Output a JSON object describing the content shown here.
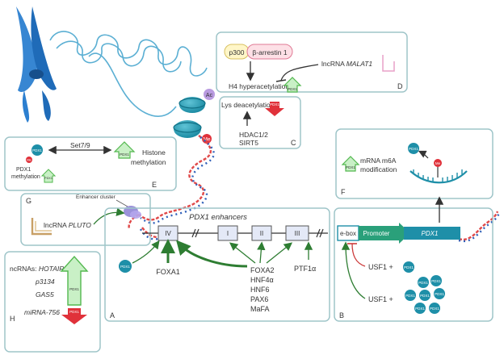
{
  "panel_letters": {
    "a": "A",
    "b": "B",
    "c": "C",
    "d": "D",
    "e": "E",
    "f": "F",
    "g": "G",
    "h": "H"
  },
  "panel_d": {
    "p300": "p300",
    "beta_arrestin": "β-arrestin 1",
    "lncrna_prefix": "lncRNA ",
    "lncrna_name": "MALAT1",
    "h4": "H4 hyperacetylation",
    "pdx1": "PDX1"
  },
  "panel_c": {
    "title": "Lys deacetylation",
    "pdx1": "PDX1",
    "hdac": "HDAC1/2",
    "sirt": "SIRT5"
  },
  "chromatin": {
    "ac": "Ac",
    "me": "Me"
  },
  "panel_e": {
    "pdx1": "PDX1",
    "set79": "Set7/9",
    "histone_line1": "Histone",
    "histone_line2": "methylation",
    "me": "Me",
    "pdx1_meth_line1": "PDX1",
    "pdx1_meth_line2": "methylation"
  },
  "panel_f": {
    "pdx1_badge": "PDX1",
    "line1": "mRNA m6A",
    "line2": "modification",
    "protein": "PDX1",
    "me": "Me"
  },
  "panel_g": {
    "enhancer_cluster": "Enhancer cluster",
    "lncrna_prefix": "lncRNA ",
    "lncrna_name": "PLUTO"
  },
  "panel_a": {
    "title": "PDX1 enhancers",
    "enhancers": [
      "IV",
      "I",
      "II",
      "III"
    ],
    "foxa1": "FOXA1",
    "factors": [
      "FOXA2",
      "HNF4α",
      "HNF6",
      "PAX6",
      "MaFA"
    ],
    "ptf1a": "PTF1α",
    "pdx1": "PDX1"
  },
  "panel_b": {
    "ebox": "e-box",
    "promoter": "Promoter",
    "gene": "PDX1",
    "usf1_a": "USF1 +",
    "usf1_b": "USF1 +",
    "pdx1": "PDX1"
  },
  "panel_h": {
    "ncrnas_prefix": "ncRNAs: ",
    "hotair": "HOTAIR",
    "p3134": "p3134",
    "gas5": "GAS5",
    "mirna": "miRNA-756",
    "pdx1_up": "PDX1",
    "pdx1_down": "PDX1"
  },
  "colors": {
    "panel_border": "#9fc5c9",
    "up_arrow": "#53b84f",
    "down_arrow": "#e0313a",
    "teal": "#1e8fa8",
    "dna_red": "#e04848",
    "dna_blue": "#2f5fb8",
    "inhibit": "#cc3a3a",
    "chromosome": "#2c7fd0"
  }
}
